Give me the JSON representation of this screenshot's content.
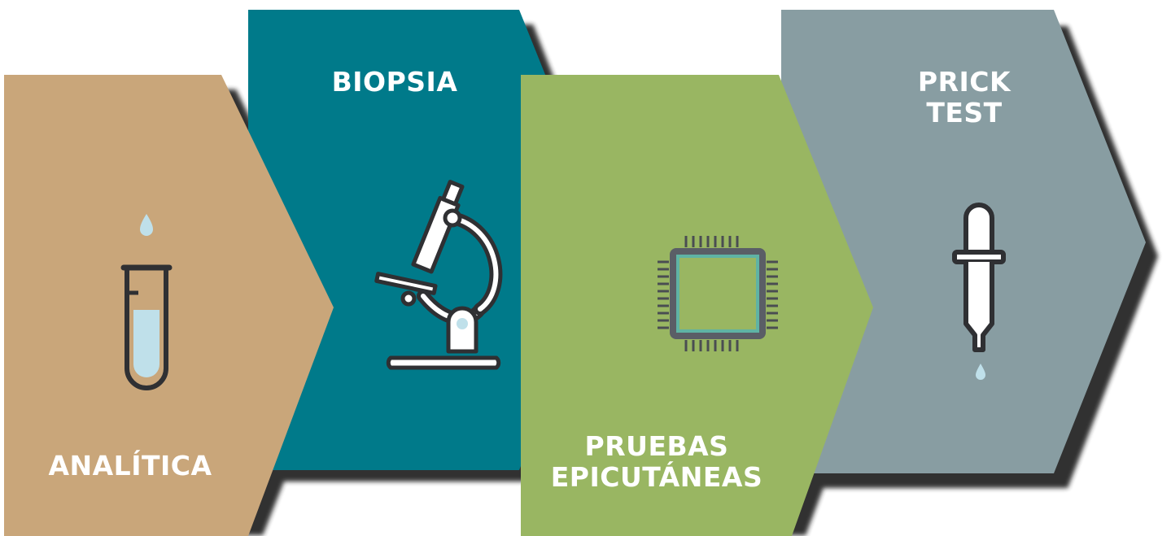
{
  "steps": [
    {
      "id": "analitica",
      "label_lines": [
        "ANALÍTICA"
      ],
      "color": "#c9a67a",
      "icon": "test-tube-icon"
    },
    {
      "id": "biopsia",
      "label_lines": [
        "BIOPSIA"
      ],
      "color": "#007a8a",
      "icon": "microscope-icon"
    },
    {
      "id": "pruebas-epicutaneas",
      "label_lines": [
        "PRUEBAS",
        "EPICUTÁNEAS"
      ],
      "color": "#99b662",
      "icon": "microchip-icon"
    },
    {
      "id": "prick-test",
      "label_lines": [
        "PRICK",
        "TEST"
      ],
      "color": "#889da2",
      "icon": "dropper-icon"
    }
  ],
  "colors": {
    "shadow": "#262626",
    "icon_stroke": "#2f3033",
    "icon_fill_light": "#ffffff",
    "liquid": "#bfe0ea",
    "chip_accent": "#5fb3a4"
  }
}
